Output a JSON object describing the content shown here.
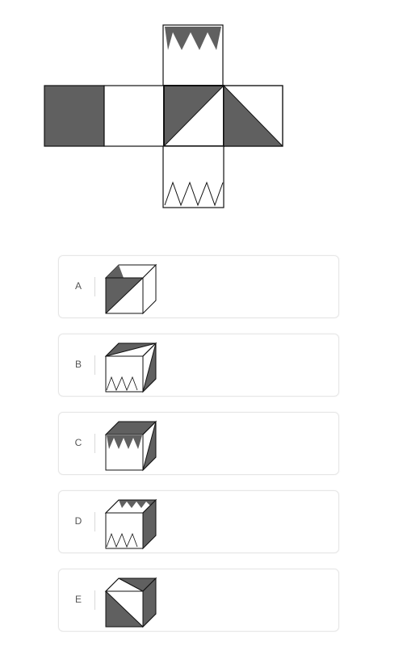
{
  "colors": {
    "shade": "#606060",
    "line": "#111111",
    "card_border": "#e6e6e6"
  },
  "options": [
    {
      "letter": "A"
    },
    {
      "letter": "B"
    },
    {
      "letter": "C"
    },
    {
      "letter": "D"
    },
    {
      "letter": "E"
    }
  ]
}
